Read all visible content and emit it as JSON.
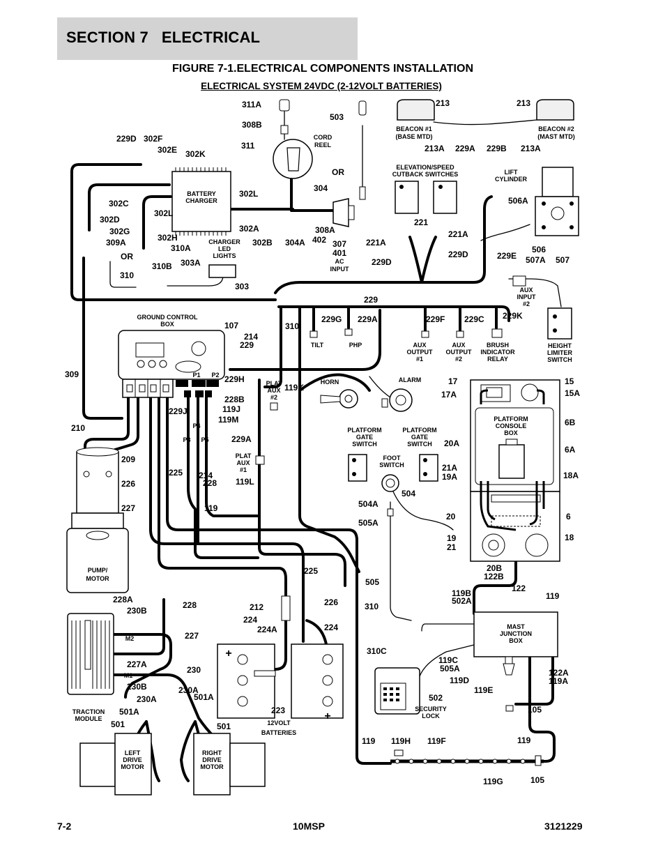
{
  "header": {
    "section_title": "SECTION 7   ELECTRICAL",
    "figure_title": "FIGURE 7-1.ELECTRICAL COMPONENTS INSTALLATION",
    "figure_subtitle": "ELECTRICAL SYSTEM 24VDC (2-12VOLT BATTERIES)"
  },
  "footer": {
    "page_number": "7-2",
    "model": "10MSP",
    "part_number": "3121229"
  },
  "components": {
    "beacon_1": [
      "BEACON #1",
      "(BASE MTD)"
    ],
    "beacon_2": [
      "BEACON #2",
      "(MAST MTD)"
    ],
    "cord_reel": [
      "CORD",
      "REEL"
    ],
    "battery_charger": [
      "BATTERY",
      "CHARGER"
    ],
    "elevation_speed": [
      "ELEVATION/SPEED",
      "CUTBACK SWITCHES"
    ],
    "lift_cylinder": [
      "LIFT",
      "CYLINDER"
    ],
    "charger_led": [
      "CHARGER",
      "LED",
      "LIGHTS"
    ],
    "ac_input": [
      "AC",
      "INPUT"
    ],
    "aux_input_2": [
      "AUX",
      "INPUT",
      "#2"
    ],
    "ground_control_box": [
      "GROUND CONTROL",
      "BOX"
    ],
    "tilt": "TILT",
    "php": "PHP",
    "aux_output_1": [
      "AUX",
      "OUTPUT",
      "#1"
    ],
    "aux_output_2": [
      "AUX",
      "OUTPUT",
      "#2"
    ],
    "brush_indicator_relay": [
      "BRUSH",
      "INDICATOR",
      "RELAY"
    ],
    "height_limiter_switch": [
      "HEIGHT",
      "LIMITER",
      "SWITCH"
    ],
    "plat_aux_2": [
      "PLAT",
      "AUX",
      "#2"
    ],
    "horn": "HORN",
    "alarm": "ALARM",
    "platform_gate_switch_1": [
      "PLATFORM",
      "GATE",
      "SWITCH"
    ],
    "platform_gate_switch_2": [
      "PLATFORM",
      "GATE",
      "SWITCH"
    ],
    "foot_switch": [
      "FOOT",
      "SWITCH"
    ],
    "plat_aux_1": [
      "PLAT",
      "AUX",
      "#1"
    ],
    "platform_console_box": [
      "PLATFORM",
      "CONSOLE",
      "BOX"
    ],
    "pump_motor": [
      "PUMP/",
      "MOTOR"
    ],
    "mast_junction_box": [
      "MAST",
      "JUNCTION",
      "BOX"
    ],
    "traction_module": [
      "TRACTION",
      "MODULE"
    ],
    "batteries": [
      "12VOLT",
      "BATTERIES"
    ],
    "security_lock": [
      "SECURITY",
      "LOCK"
    ],
    "left_drive_motor": [
      "LEFT",
      "DRIVE",
      "MOTOR"
    ],
    "right_drive_motor": [
      "RIGHT",
      "DRIVE",
      "MOTOR"
    ],
    "m1": "M1",
    "m2": "M2",
    "p1": "P1",
    "p2": "P2",
    "p3": "P3",
    "p4": "P4",
    "p5": "P5"
  },
  "callouts": [
    "311A",
    "308B",
    "311",
    "503",
    "213",
    "213",
    "213A",
    "229A",
    "229B",
    "213A",
    "229D",
    "302F",
    "302E",
    "302K",
    "OR",
    "304",
    "302C",
    "302L",
    "302L",
    "302D",
    "302G",
    "302A",
    "302B",
    "304A",
    "308A",
    "402",
    "307",
    "401",
    "221",
    "221A",
    "221A",
    "229D",
    "229D",
    "506A",
    "506",
    "507A",
    "229E",
    "507",
    "309A",
    "302H",
    "310A",
    "OR",
    "303A",
    "310B",
    "310",
    "303",
    "229",
    "107",
    "229G",
    "229A",
    "229F",
    "229C",
    "229K",
    "214",
    "229",
    "310",
    "309",
    "229H",
    "228B",
    "119J",
    "119M",
    "229J",
    "119K",
    "17",
    "15",
    "17A",
    "15A",
    "6B",
    "210",
    "229A",
    "20A",
    "6A",
    "21A",
    "19A",
    "18A",
    "209",
    "225",
    "214",
    "228",
    "119L",
    "504",
    "504A",
    "505A",
    "226",
    "119",
    "227",
    "20",
    "6",
    "19",
    "21",
    "18",
    "20B",
    "122B",
    "225",
    "122",
    "119B",
    "502A",
    "119",
    "505",
    "310",
    "228A",
    "230B",
    "228",
    "212",
    "226",
    "224",
    "224A",
    "224",
    "227",
    "310C",
    "119C",
    "505A",
    "119D",
    "119E",
    "122A",
    "119A",
    "230",
    "227A",
    "230B",
    "230A",
    "230A",
    "501A",
    "502",
    "105",
    "501A",
    "223",
    "501",
    "501",
    "119",
    "119H",
    "119F",
    "119",
    "119G",
    "105"
  ]
}
